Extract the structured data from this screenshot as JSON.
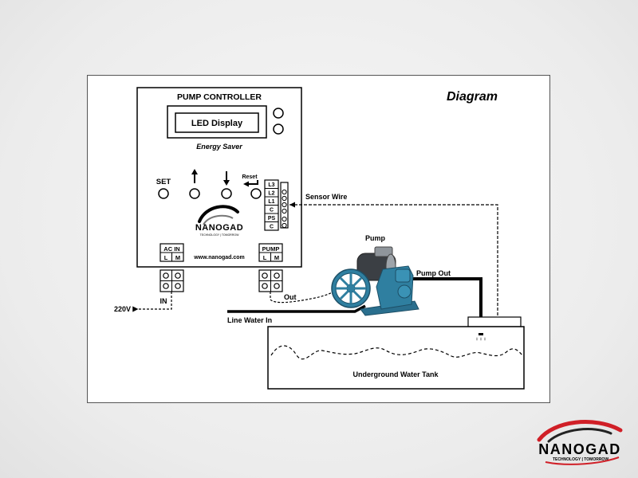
{
  "diagram": {
    "title": "Diagram",
    "controller": {
      "title": "PUMP CONTROLLER",
      "display": "LED Display",
      "tagline": "Energy Saver",
      "set_label": "SET",
      "reset_label": "Reset",
      "brand": "NANOGAD",
      "brand_sub": "TECHNOLOGY | TOMORROW",
      "website": "www.nanogad.com",
      "terminals": [
        "L3",
        "L2",
        "L1",
        "C",
        "PS",
        "C"
      ],
      "ac_in": {
        "title": "AC IN",
        "l": "L",
        "m": "M"
      },
      "pump_term": {
        "title": "PUMP",
        "l": "L",
        "m": "M"
      }
    },
    "labels": {
      "in": "IN",
      "voltage": "220V",
      "out": "Out",
      "sensor_wire": "Sensor Wire",
      "pump": "Pump",
      "pump_out": "Pump Out",
      "line_water_in": "Line Water In",
      "tank": "Underground Water Tank"
    }
  },
  "corner_logo": {
    "name": "NANOGAD",
    "sub": "TECHNOLOGY | TOMORROW"
  },
  "colors": {
    "pump_blue": "#2f7fa0",
    "logo_red": "#d01f27",
    "line": "#000000"
  }
}
